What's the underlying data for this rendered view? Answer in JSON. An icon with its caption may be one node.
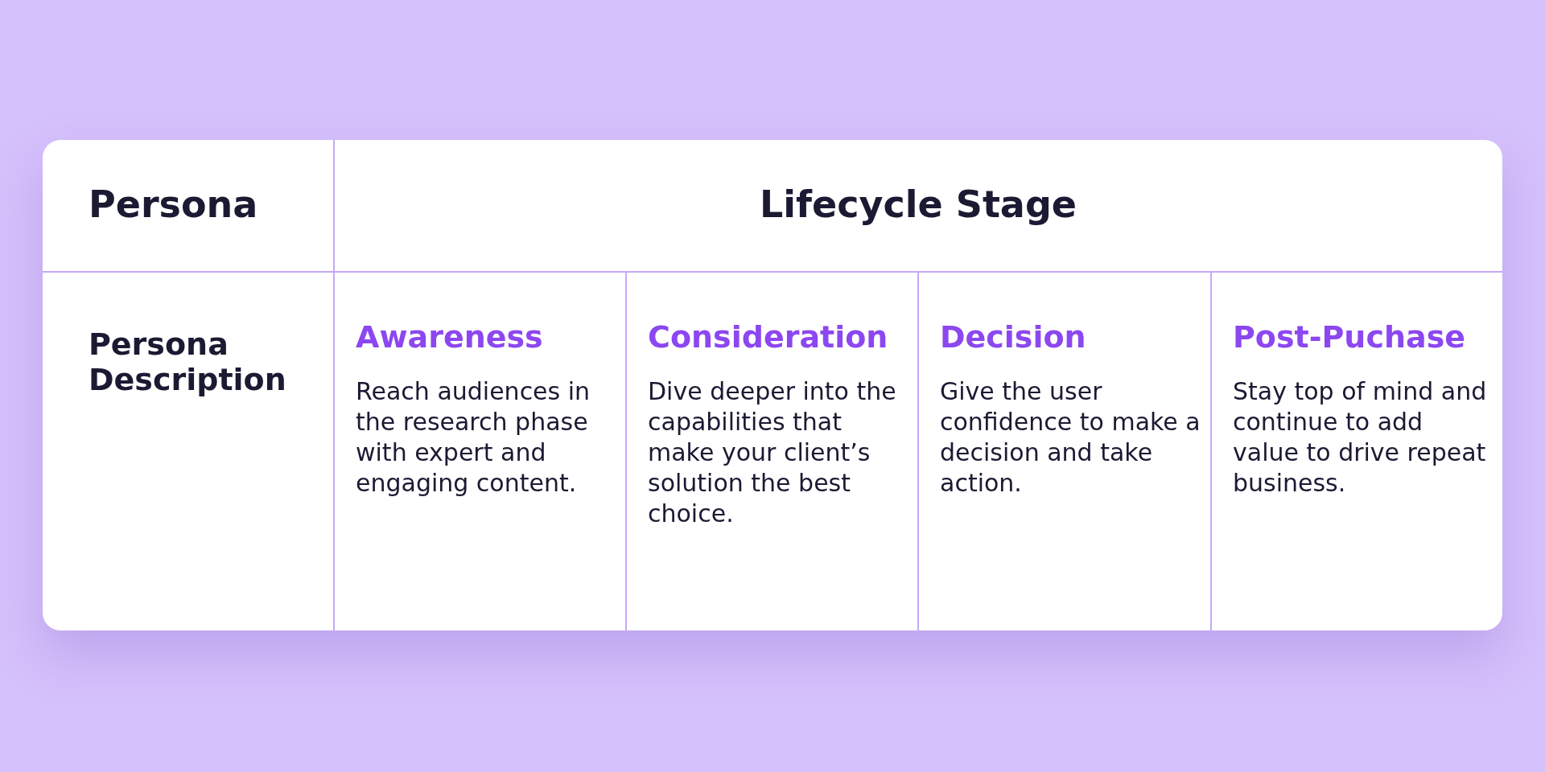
{
  "diagram": {
    "labels": [
      "Persona",
      "Lifecycle Stage",
      "Persona Description",
      "Awareness",
      "Reach audiences in the research phase with expert and engaging content.",
      "Consideration",
      "Dive deeper into the capabilities that make your client’s solution the best choice.",
      "Decision",
      "Give the user confidence to make a decision and take action.",
      "Post-Puchase",
      "Stay top of mind and continue to add value to drive repeat business."
    ]
  }
}
